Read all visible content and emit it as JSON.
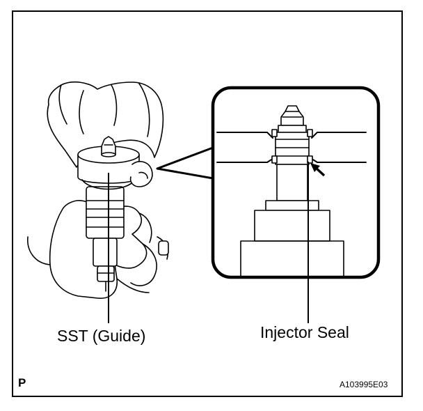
{
  "labels": {
    "sst_guide": "SST (Guide)",
    "injector_seal": "Injector Seal",
    "corner_mark": "P",
    "figure_id": "A103995E03"
  },
  "colors": {
    "ink": "#000000",
    "paper": "#ffffff"
  },
  "icons": {
    "hand_illustration": "hands-holding-injector-with-guide-icon",
    "detail_view": "injector-seal-detail-icon",
    "pointer_arrow": "arrow-icon"
  }
}
